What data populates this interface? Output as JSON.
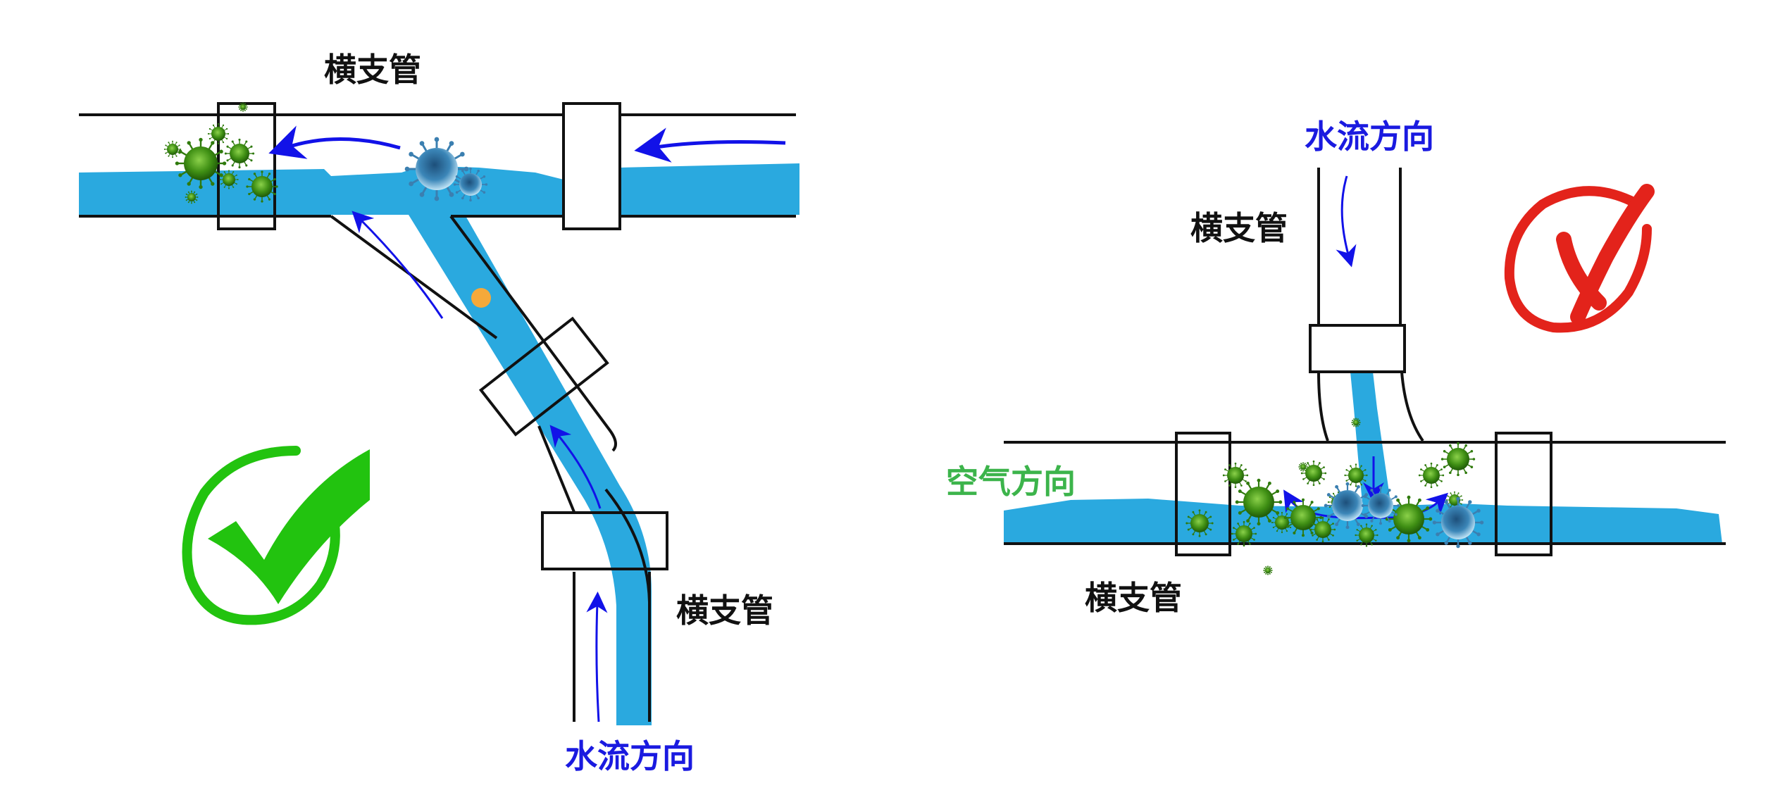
{
  "diagram": {
    "title": "",
    "left_panel": {
      "verdict": "correct",
      "verdict_icon": "check-circle-icon",
      "verdict_color": "#22c30f",
      "labels": {
        "top_pipe": "横支管",
        "bottom_pipe": "横支管",
        "flow_direction": "水流方向"
      }
    },
    "right_panel": {
      "verdict": "wrong",
      "verdict_icon": "cross-circle-icon",
      "verdict_color": "#e3231b",
      "labels": {
        "vertical_pipe": "横支管",
        "horizontal_pipe": "横支管",
        "flow_direction": "水流方向",
        "air_direction": "空气方向"
      }
    },
    "colors": {
      "water": "#2aa9df",
      "flow_arrow": "#1212e8",
      "label_text": "#111111",
      "flow_label": "#1a1ae0",
      "air_label": "#3cb44b",
      "virus_green": "#3d8f12",
      "virus_blue": "#2a6f9e",
      "particle": "#f5a93a"
    }
  }
}
